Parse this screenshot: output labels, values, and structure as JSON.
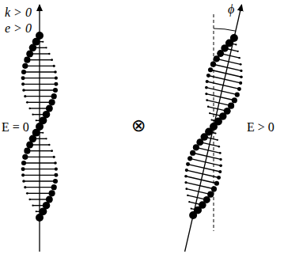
{
  "diagram": {
    "labels": [
      "k > 0",
      "e > 0",
      "E = 0",
      "⊗",
      "ϕ",
      "E > 0"
    ]
  }
}
